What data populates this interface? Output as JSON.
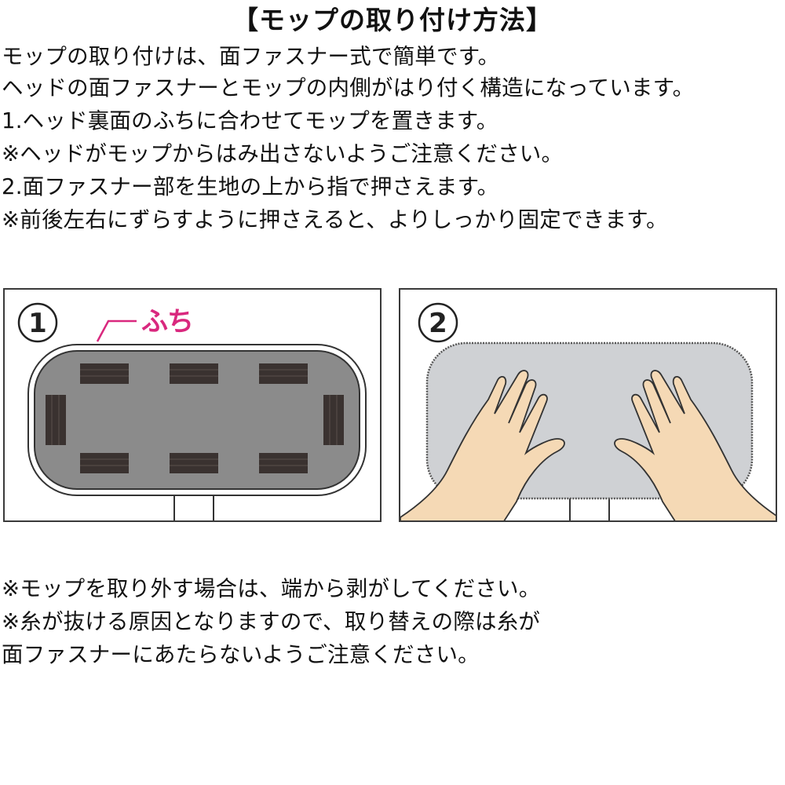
{
  "title": "【モップの取り付け方法】",
  "intro": [
    "モップの取り付けは、面ファスナー式で簡単です。",
    "ヘッドの面ファスナーとモップの内側がはり付く構造になっています。"
  ],
  "steps": [
    "1.ヘッド裏面のふちに合わせてモップを置きます。",
    "※ヘッドがモップからはみ出さないようご注意ください。",
    "2.面ファスナー部を生地の上から指で押さえます。",
    "※前後左右にずらすように押さえると、よりしっかり固定できます。"
  ],
  "figures": {
    "fig1": {
      "number": "1",
      "label": "ふち",
      "label_color": "#d9287e",
      "head_color": "#8b8b8b",
      "fastener_color": "#3a3230"
    },
    "fig2": {
      "number": "2",
      "mop_color": "#cfd1d4",
      "skin_color": "#f5d9b5"
    }
  },
  "notes": [
    "※モップを取り外す場合は、端から剥がしてください。",
    "※糸が抜ける原因となりますので、取り替えの際は糸が",
    "面ファスナーにあたらないようご注意ください。"
  ]
}
